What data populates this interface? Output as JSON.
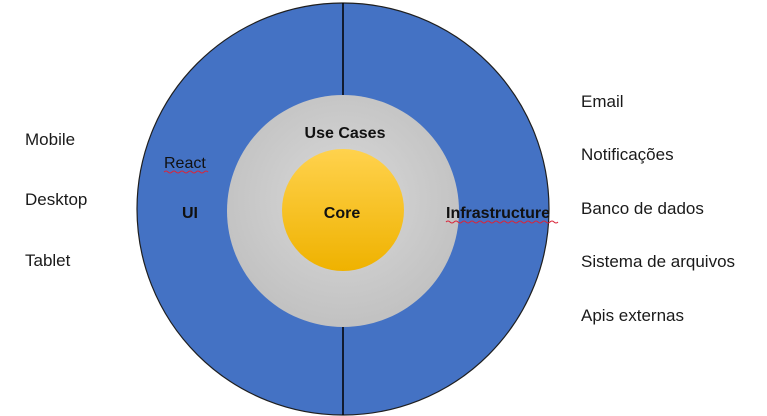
{
  "left_list": {
    "items": [
      "Mobile",
      "Desktop",
      "Tablet"
    ]
  },
  "right_list": {
    "items": [
      "Email",
      "Notificações",
      "Banco de dados",
      "Sistema de arquivos",
      "Apis externas"
    ]
  },
  "outer_ring": {
    "left_title": "React",
    "left_label": "UI",
    "right_label": "Infrastructure"
  },
  "middle_ring": {
    "label": "Use Cases"
  },
  "core": {
    "label": "Core"
  },
  "colors": {
    "outer_fill": "#4472c4",
    "outer_stroke": "#1f1f1f",
    "middle_fill": "#c9c9c9",
    "core_top": "#ffcf3f",
    "core_bottom": "#f0b400",
    "spell_underline": "#d9263a"
  }
}
